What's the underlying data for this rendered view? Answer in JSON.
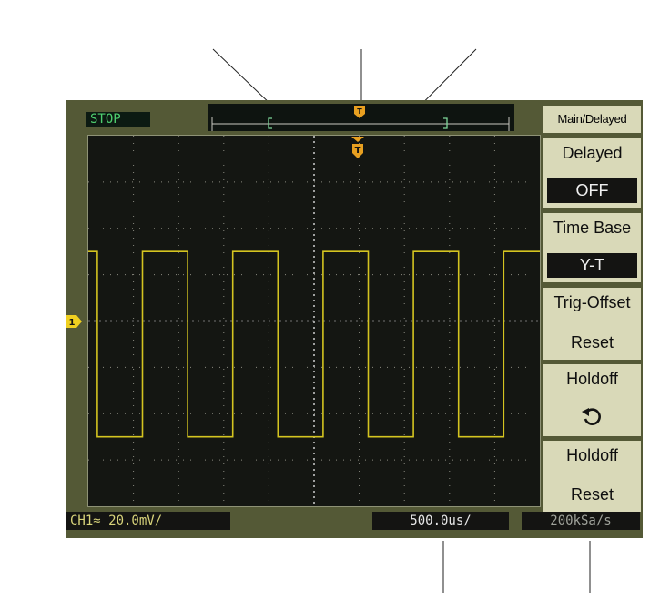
{
  "status": {
    "run_state": "STOP"
  },
  "channel_marker": {
    "label": "1",
    "color": "#f0d020"
  },
  "trigger_marker": {
    "label": "T",
    "color": "#e8a020"
  },
  "menu": {
    "title": "Main/Delayed",
    "items": [
      {
        "label": "Delayed",
        "value": "OFF"
      },
      {
        "label": "Time Base",
        "value": "Y-T"
      },
      {
        "label": "Trig-Offset",
        "value": "Reset"
      },
      {
        "label": "Holdoff",
        "icon": "rotate-knob-icon"
      },
      {
        "label": "Holdoff",
        "value": "Reset"
      }
    ]
  },
  "readouts": {
    "channel": "CH1≈ 20.0mV/",
    "timebase": "500.0us/",
    "sample_rate": "200kSa/s"
  },
  "waveform": {
    "type": "square",
    "color": "#d4c420",
    "high_divisions": 1.5,
    "low_divisions": -2.5,
    "cycles_visible": 5
  },
  "colors": {
    "bezel": "#545936",
    "screen": "#141612",
    "menu_bg": "#d9d9b8"
  }
}
